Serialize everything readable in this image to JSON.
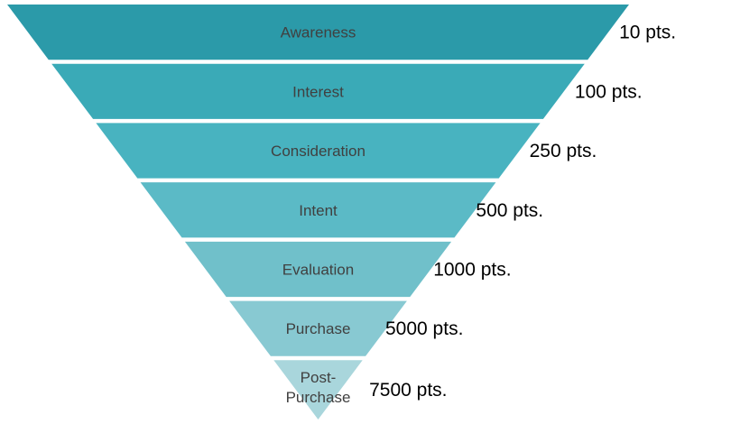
{
  "background": "#ffffff",
  "chart_data": {
    "type": "funnel",
    "orientation": "inverted-pyramid",
    "title": "",
    "unit": "pts.",
    "categories": [
      "Awareness",
      "Interest",
      "Consideration",
      "Intent",
      "Evaluation",
      "Purchase",
      "Post-Purchase"
    ],
    "values": [
      10,
      100,
      250,
      500,
      1000,
      5000,
      7500
    ],
    "value_labels": [
      "10 pts.",
      "100 pts.",
      "250 pts.",
      "500 pts.",
      "1000 pts.",
      "5000 pts.",
      "7500 pts."
    ],
    "label_color": "#404040",
    "value_label_color": "#000000",
    "separator_color": "#ffffff",
    "legend": "none",
    "stages": [
      {
        "label": "Awareness",
        "label_lines": [
          "Awareness"
        ],
        "value": 10,
        "value_label": "10 pts.",
        "color": "#2B9AA9"
      },
      {
        "label": "Interest",
        "label_lines": [
          "Interest"
        ],
        "value": 100,
        "value_label": "100 pts.",
        "color": "#3AAAB7"
      },
      {
        "label": "Consideration",
        "label_lines": [
          "Consideration"
        ],
        "value": 250,
        "value_label": "250 pts.",
        "color": "#48B3C0"
      },
      {
        "label": "Intent",
        "label_lines": [
          "Intent"
        ],
        "value": 500,
        "value_label": "500 pts.",
        "color": "#5BBAC6"
      },
      {
        "label": "Evaluation",
        "label_lines": [
          "Evaluation"
        ],
        "value": 1000,
        "value_label": "1000 pts.",
        "color": "#70C0CA"
      },
      {
        "label": "Purchase",
        "label_lines": [
          "Purchase"
        ],
        "value": 5000,
        "value_label": "5000 pts.",
        "color": "#88C9D2"
      },
      {
        "label": "Post-Purchase",
        "label_lines": [
          "Post-",
          "Purchase"
        ],
        "value": 7500,
        "value_label": "7500 pts.",
        "color": "#A9D6DC"
      }
    ]
  }
}
